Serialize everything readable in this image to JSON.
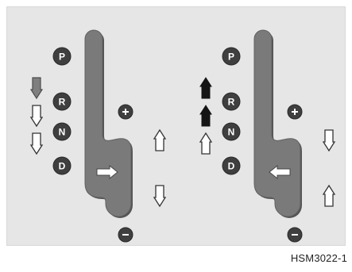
{
  "figure_code": "HSM3022-1",
  "gear_positions": [
    "P",
    "R",
    "N",
    "D"
  ],
  "manual_gate": {
    "plus": "+",
    "minus": "-"
  },
  "left_diagram": {
    "lever_direction": "right",
    "shift_arrows_left_of_gears": [
      "down-filled",
      "down-outline",
      "down-outline"
    ],
    "shift_arrows_beside_gate": [
      "up-outline",
      "down-outline"
    ]
  },
  "right_diagram": {
    "lever_direction": "left",
    "shift_arrows_left_of_gears": [
      "up-filled",
      "up-filled",
      "up-outline"
    ],
    "shift_arrows_beside_gate": [
      "down-outline",
      "up-outline"
    ]
  },
  "colors": {
    "panel_bg": "#e6e6e6",
    "gate": "#7a7a7a",
    "gate_shadow": "#555555",
    "gear_circle": "#3f3f3f",
    "arrow_filled": "#151515",
    "arrow_outline": "#333333",
    "down_arrow_gray": "#7f7f7f"
  }
}
